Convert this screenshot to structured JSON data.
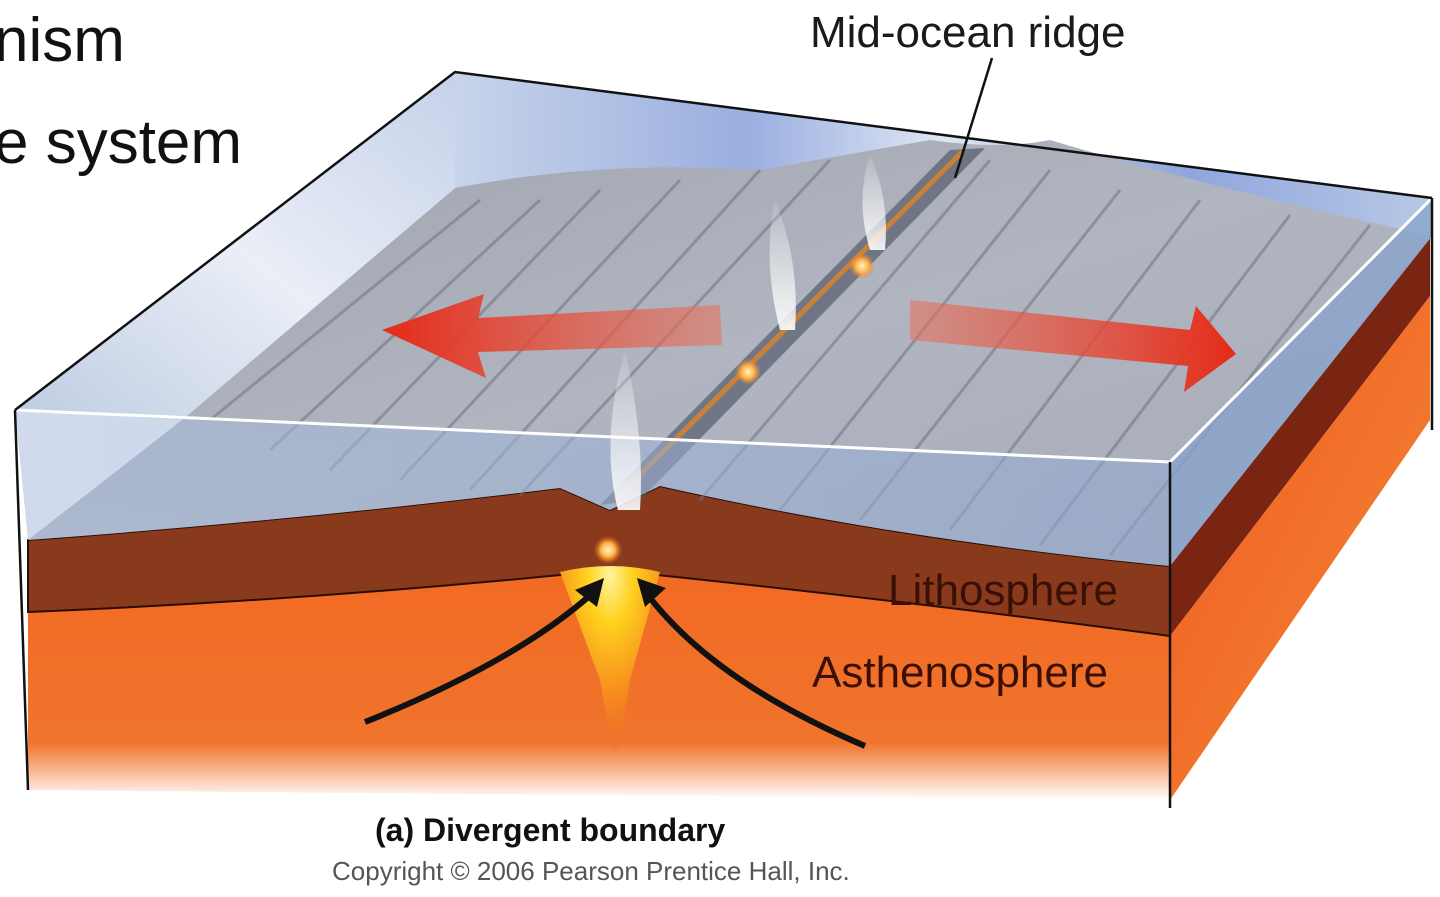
{
  "slide": {
    "title_line_1": "nism",
    "title_line_2": "e system"
  },
  "diagram": {
    "labels": {
      "mid_ocean_ridge": "Mid-ocean ridge",
      "lithosphere": "Lithosphere",
      "asthenosphere": "Asthenosphere"
    },
    "caption": "(a) Divergent boundary",
    "copyright": "Copyright © 2006 Pearson Prentice Hall, Inc.",
    "colors": {
      "ocean_water": "#9fb4d8",
      "ocean_floor": "#a9adb8",
      "lithosphere": "#8a3a1c",
      "asthenosphere": "#f06a22",
      "magma": "#ffd21f",
      "spreading_arrow": "#e8321e",
      "outline": "#111111"
    },
    "elements": {
      "spreading_arrows": [
        "left",
        "right"
      ],
      "hydrothermal_vents": 3,
      "convection_arrows": 2
    }
  }
}
